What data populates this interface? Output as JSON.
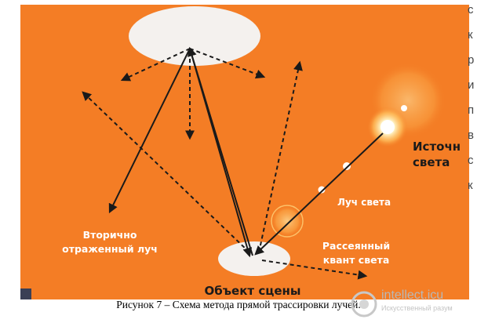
{
  "diagram": {
    "labels": {
      "secondary_ray_line1": "Вторично",
      "secondary_ray_line2": "отраженный луч",
      "scattered_line1": "Рассеянный",
      "scattered_line2": "квант света",
      "light_ray": "Луч света",
      "source_line1": "Источн",
      "source_line2": "света",
      "scene_object": "Объект сцены"
    },
    "colors": {
      "background": "#f47d25",
      "ellipse": "#f4f1ee",
      "ray": "#1a1a1a",
      "label_white": "#ffffff",
      "label_dark": "#1a1a1a",
      "glow": "#ffd27a"
    }
  },
  "caption": "Рисунок 7 – Схема метода прямой трассировки лучей.",
  "sidebar_letters": [
    "с",
    "к",
    "р",
    "и",
    "п",
    "в",
    "с",
    "к"
  ],
  "watermark": {
    "text": "intellect.icu",
    "sub": "Искусственный разум"
  }
}
